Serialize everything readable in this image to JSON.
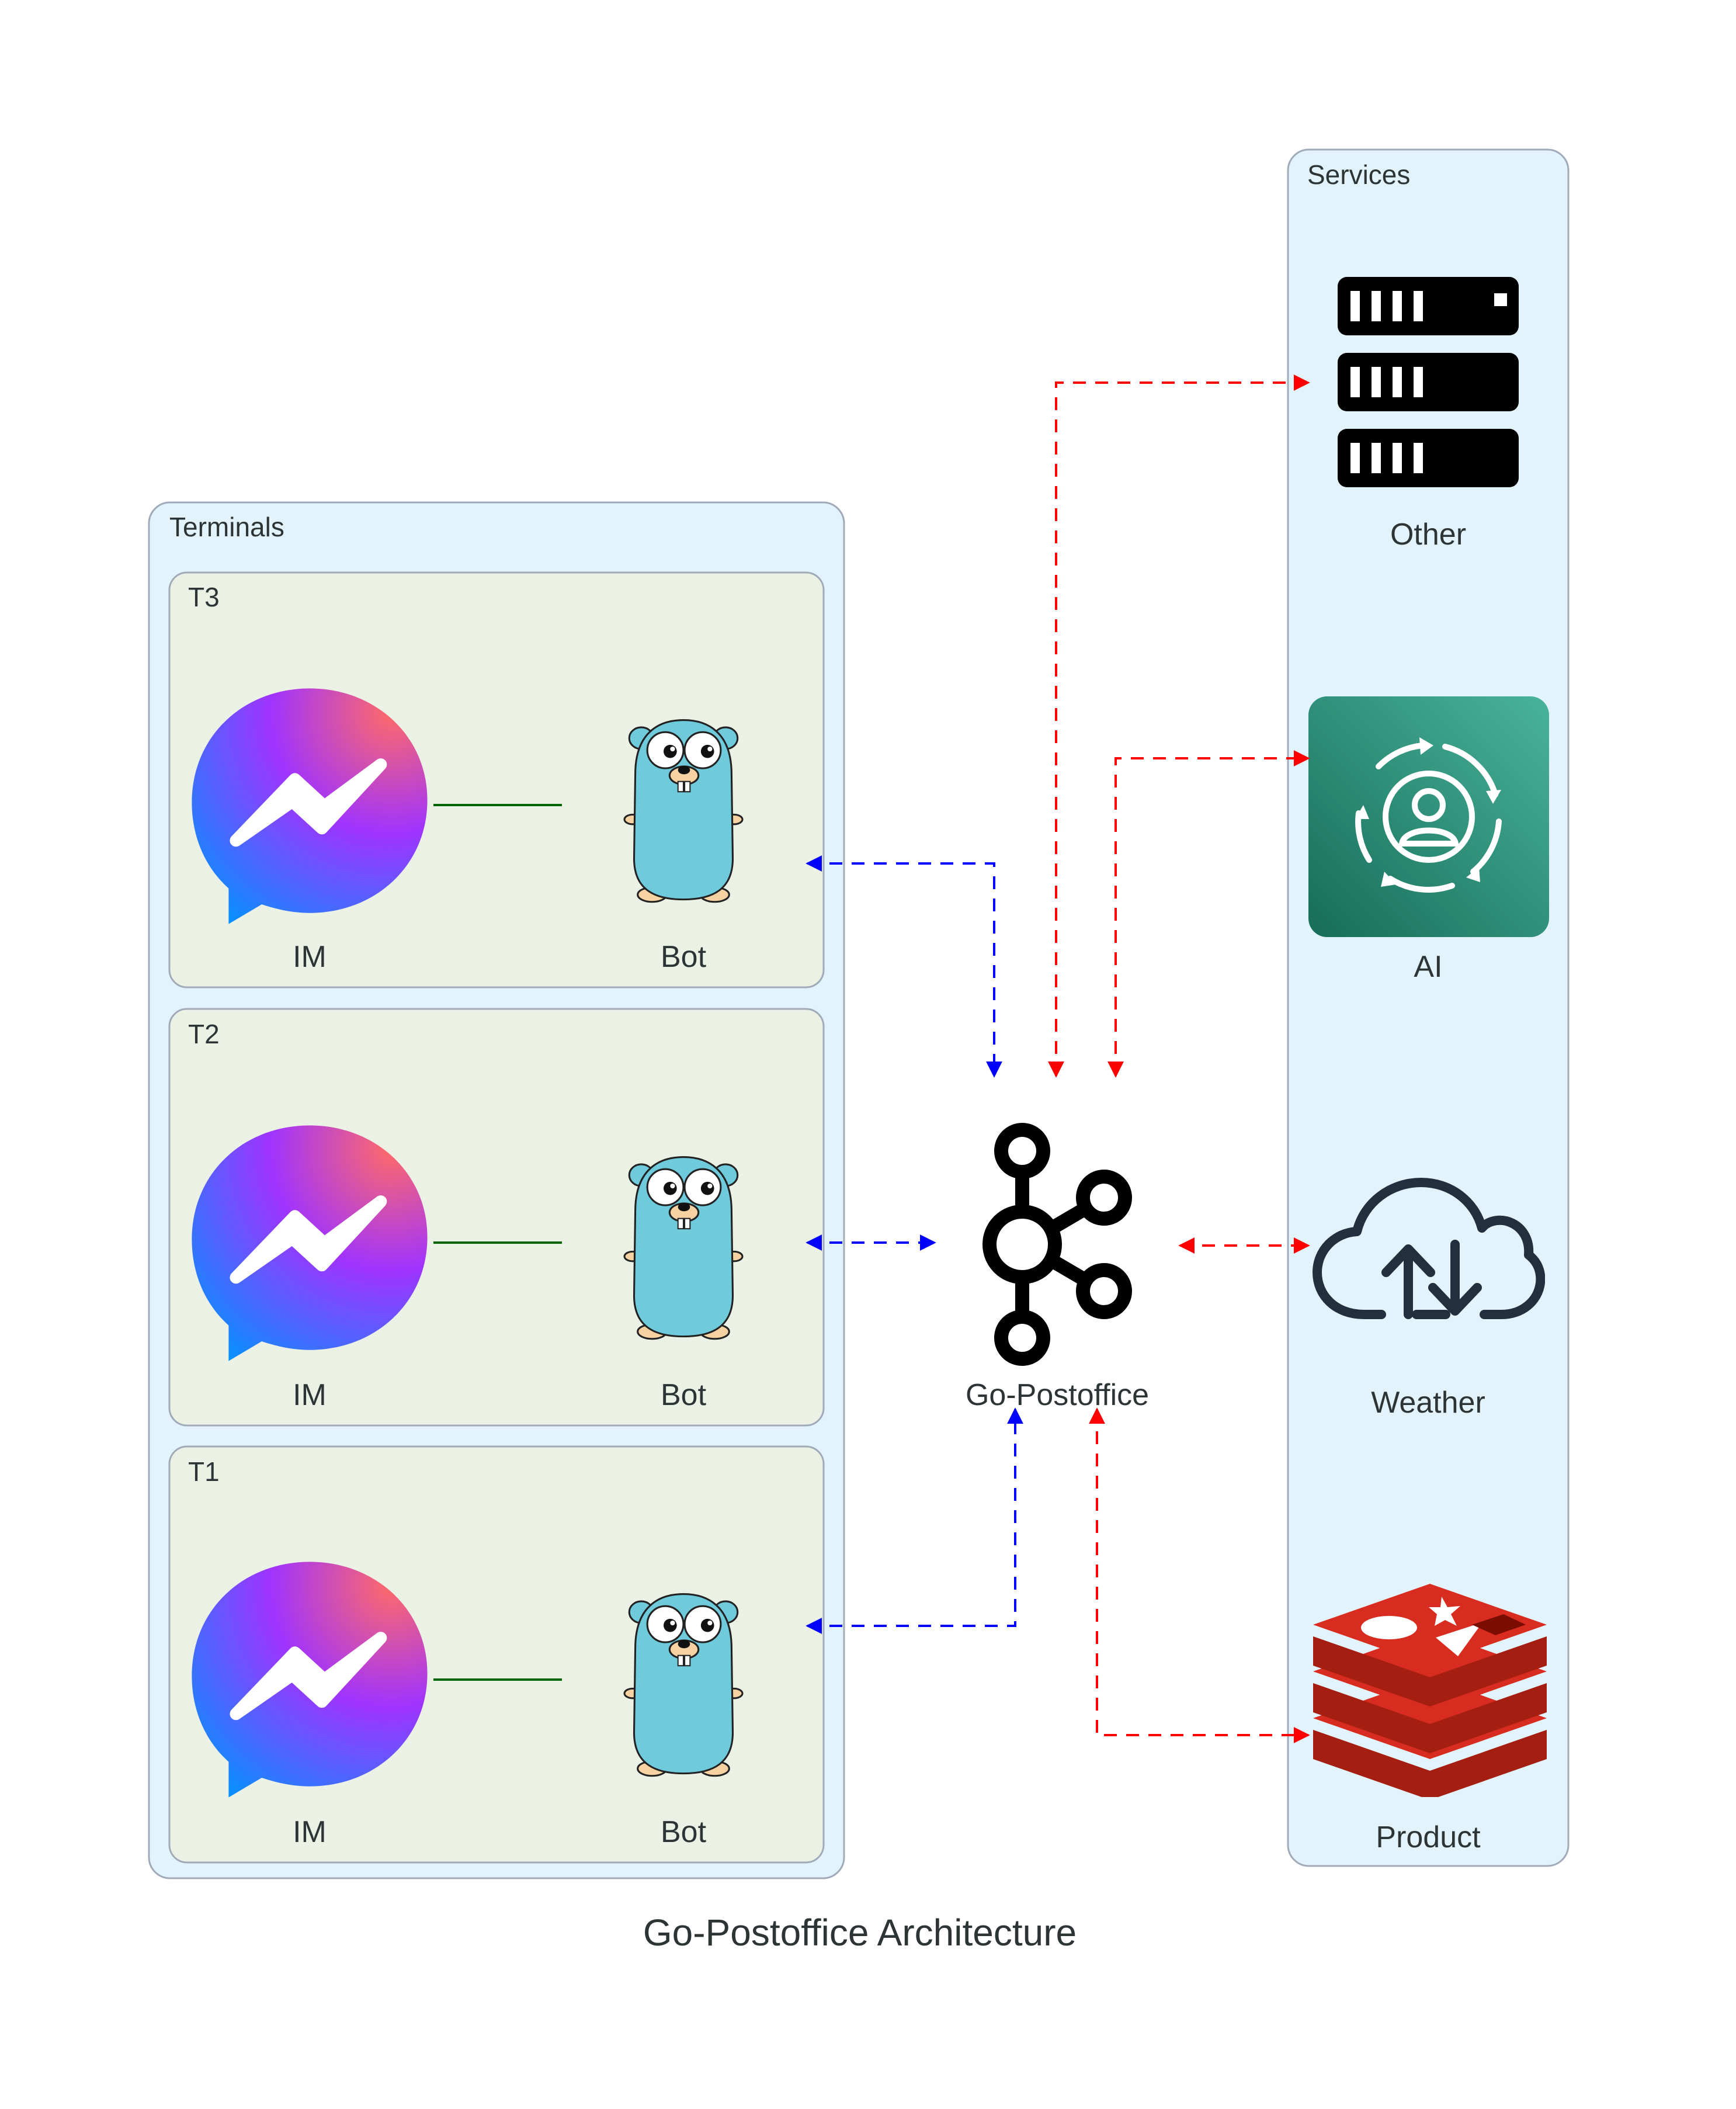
{
  "title": "Go-Postoffice Architecture",
  "clusters": {
    "terminals": "Terminals",
    "services": "Services",
    "t3": "T3",
    "t2": "T2",
    "t1": "T1"
  },
  "terminal_nodes": {
    "im": "IM",
    "bot": "Bot"
  },
  "hub": {
    "label": "Go-Postoffice",
    "icon": "kafka-icon"
  },
  "services": {
    "other": "Other",
    "ai": "AI",
    "weather": "Weather",
    "product": "Product"
  },
  "colors": {
    "cluster_bg": "#e3f3fb",
    "cluster_border": "#a0aab8",
    "terminal_bg": "#ebf2e5",
    "im_bot_edge": "#006400",
    "terminal_edge": "#0000ff",
    "service_edge": "#ff0000",
    "gopher": "#6fcbdb",
    "ai_bg": "#2a8a73",
    "redis": "#c9241f"
  }
}
